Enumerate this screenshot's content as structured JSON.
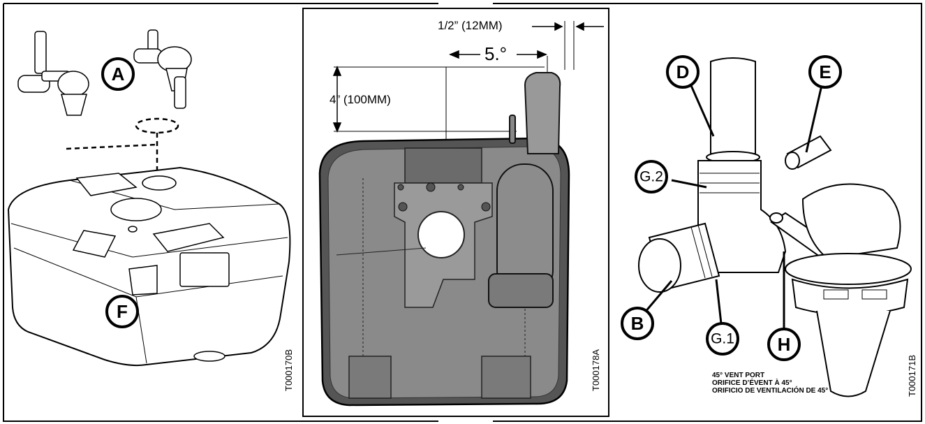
{
  "panels": {
    "left": {
      "callouts": {
        "a": "A",
        "f": "F"
      },
      "figure_code": "T000170B"
    },
    "middle": {
      "dimensions": {
        "offset_half_inch": "1/2” (12MM)",
        "offset_five": "5.°",
        "height_four": "4” (100MM)"
      },
      "figure_code": "T000178A"
    },
    "right": {
      "callouts": {
        "b": "B",
        "d": "D",
        "e": "E",
        "g1": "G.1",
        "g2": "G.2",
        "h": "H"
      },
      "vent_note": {
        "line1": "45° VENT PORT",
        "line2": "ORIFICE D’ÉVENT À 45°",
        "line3": "ORIFICIO DE VENTILACIÓN DE 45°"
      },
      "figure_code": "T000171B"
    }
  }
}
